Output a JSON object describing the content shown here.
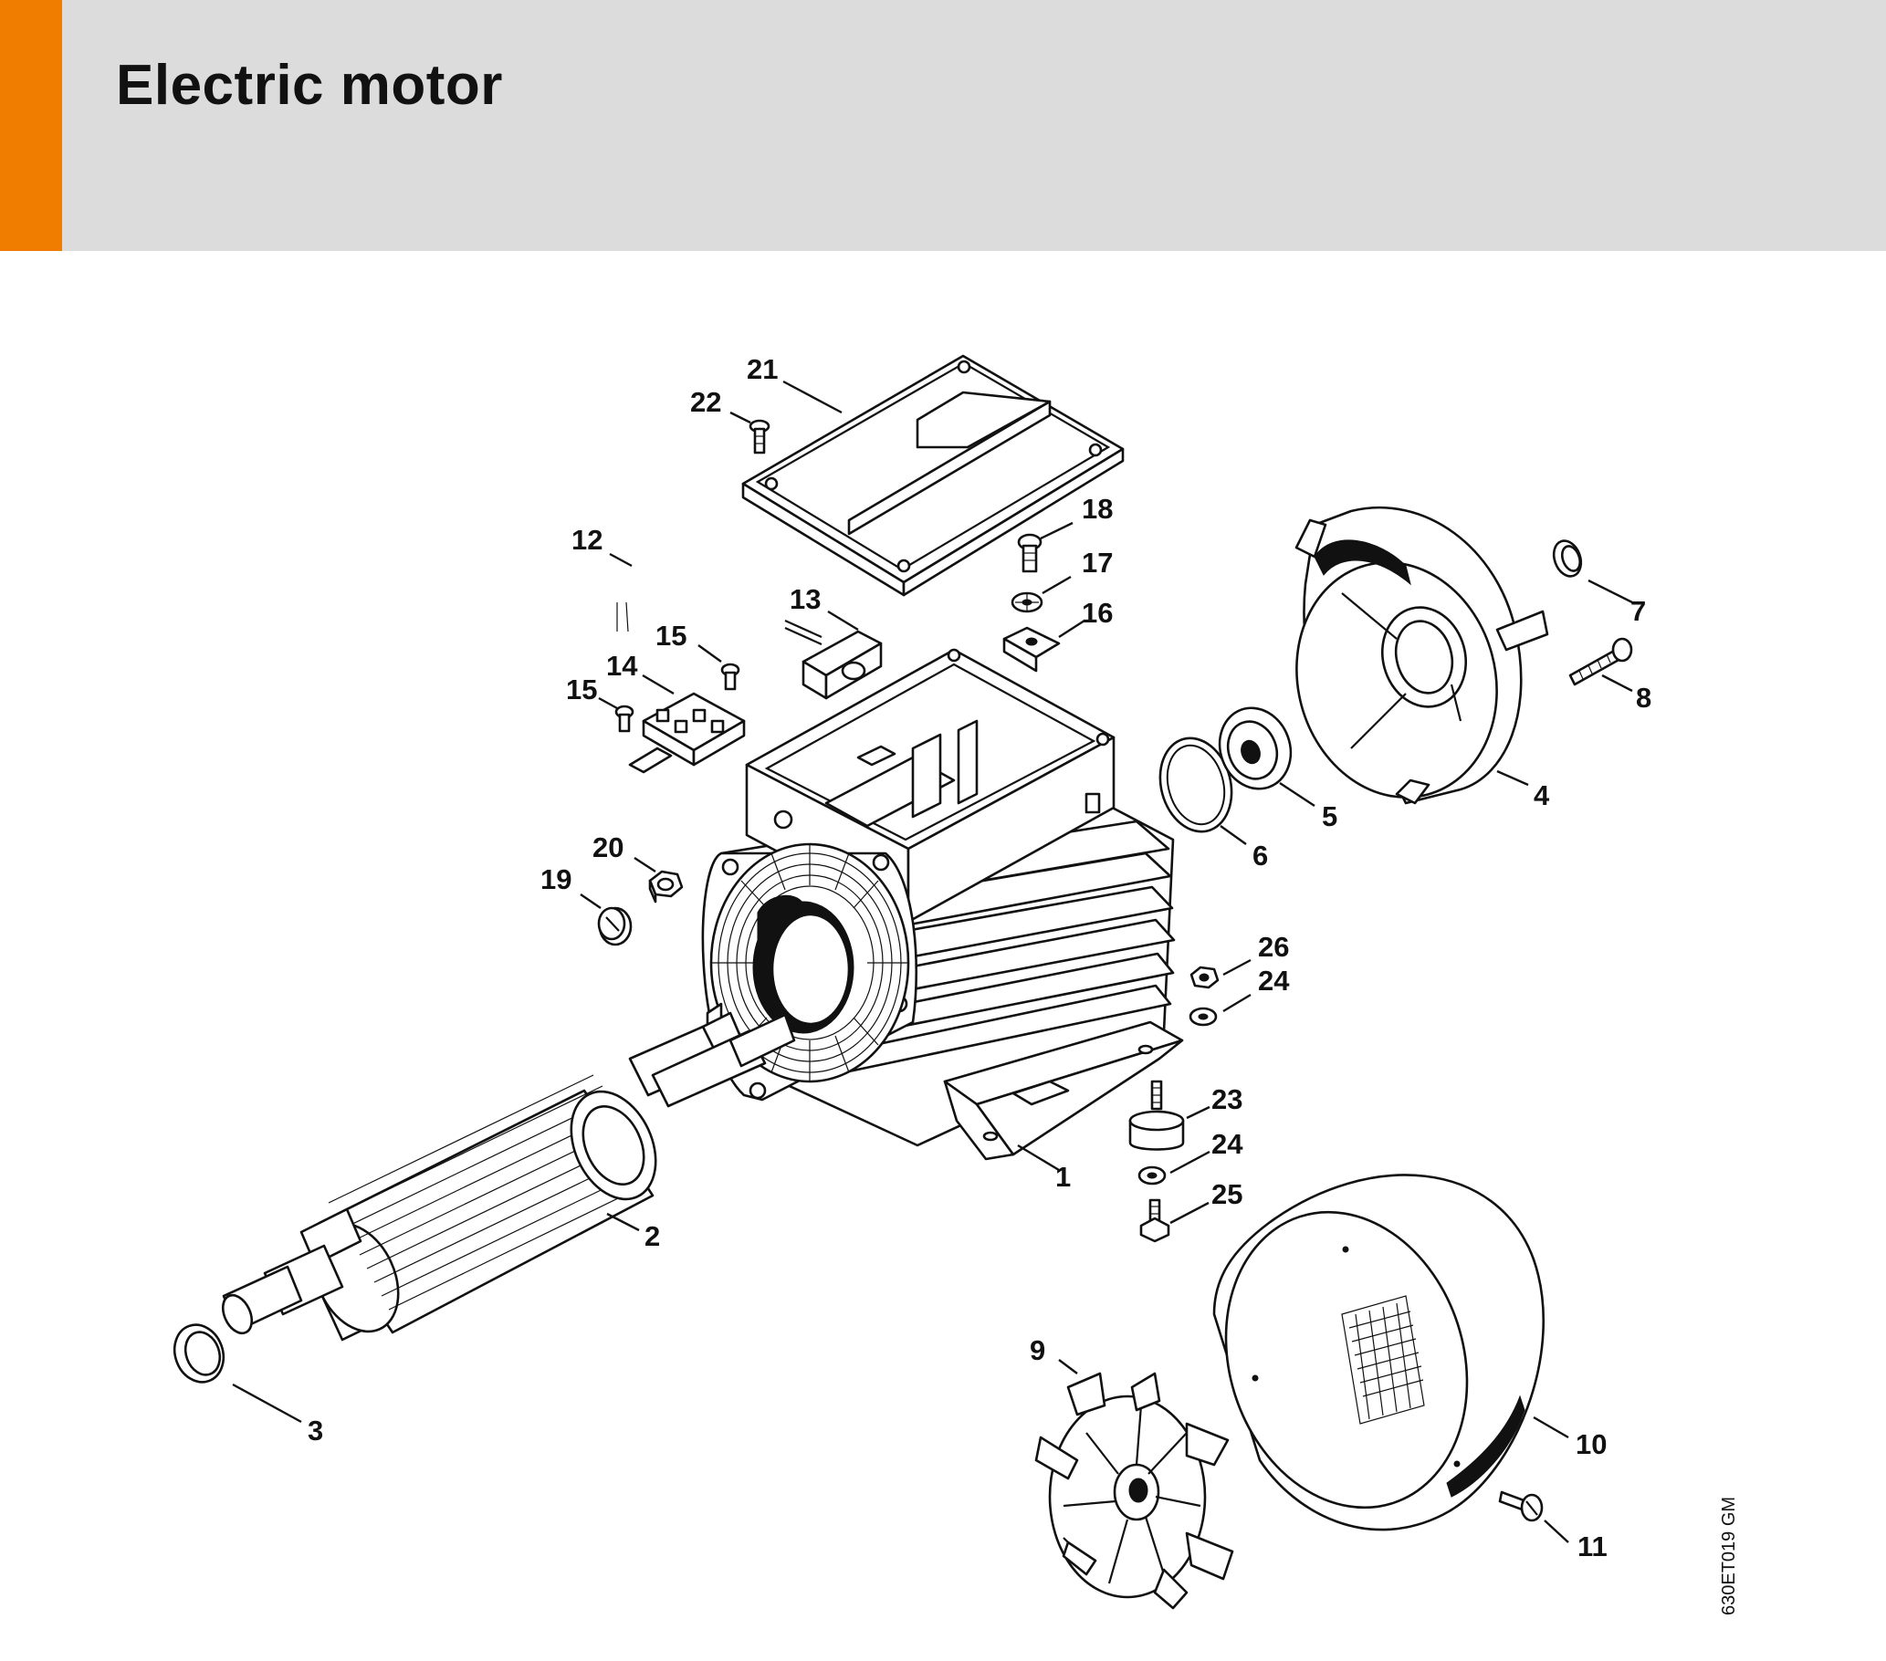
{
  "page": {
    "title": "Electric motor"
  },
  "diagram": {
    "code": "630ET019 GM",
    "callouts": [
      "21",
      "22",
      "18",
      "17",
      "16",
      "12",
      "13",
      "15",
      "14",
      "15",
      "7",
      "8",
      "4",
      "5",
      "6",
      "20",
      "19",
      "26",
      "24",
      "23",
      "24",
      "25",
      "1",
      "2",
      "3",
      "9",
      "10",
      "11"
    ]
  }
}
